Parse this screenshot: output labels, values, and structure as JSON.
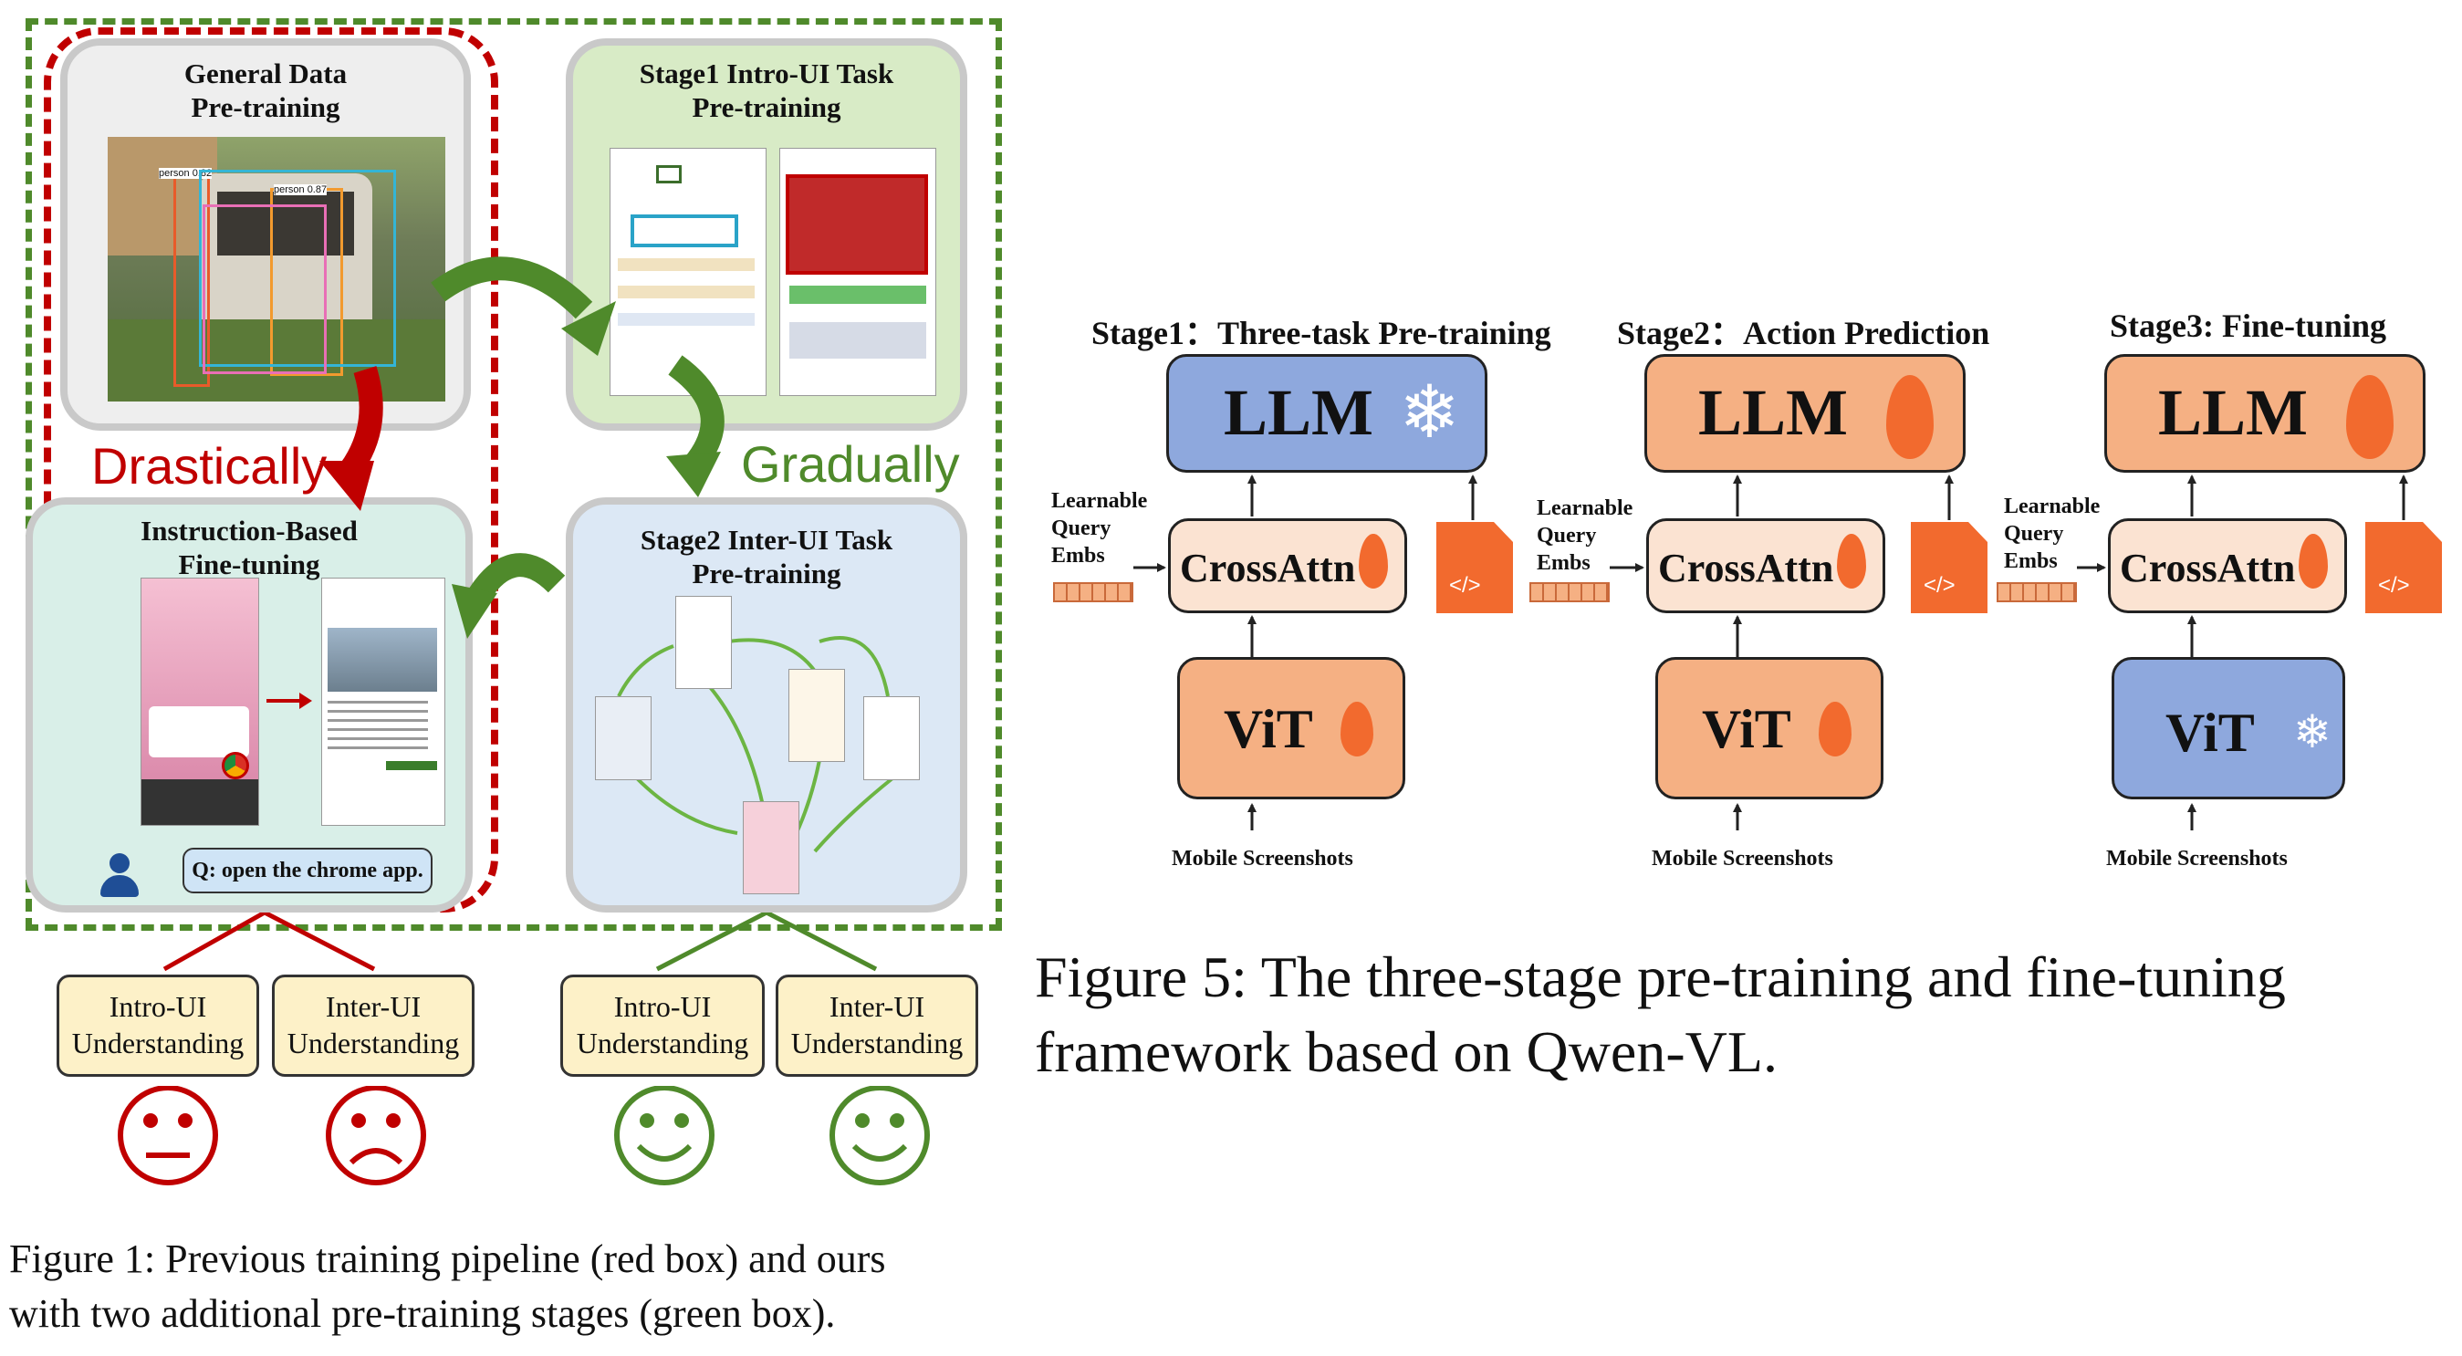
{
  "fig1": {
    "panels": {
      "general": "General Data\nPre-training",
      "stage1": "Stage1 Intro-UI Task\nPre-training",
      "instruction": "Instruction-Based\nFine-tuning",
      "stage2": "Stage2 Inter-UI Task\nPre-training"
    },
    "drastically": "Drastically",
    "gradually": "Gradually",
    "query": "Q: open the chrome app.",
    "understanding": [
      {
        "text": "Intro-UI\nUnderstanding"
      },
      {
        "text": "Inter-UI\nUnderstanding"
      },
      {
        "text": "Intro-UI\nUnderstanding"
      },
      {
        "text": "Inter-UI\nUnderstanding"
      }
    ],
    "detections": [
      "person 0.82",
      "person 0.87"
    ],
    "faces": [
      "neutral",
      "sad",
      "happy",
      "happy"
    ],
    "caption": "Figure 1: Previous training pipeline (red box) and ours\nwith two additional pre-training stages (green box).",
    "colors": {
      "red": "#c00000",
      "green": "#4f8a2b"
    }
  },
  "fig5": {
    "stages": [
      {
        "title": "Stage1：Three-task Pre-training",
        "llm": "LLM",
        "cross": "CrossAttn",
        "vit": "ViT",
        "llm_state": "frozen",
        "vit_state": "trainable",
        "query": "Learnable\nQuery\nEmbs",
        "input": "Mobile Screenshots"
      },
      {
        "title": "Stage2：Action Prediction",
        "llm": "LLM",
        "cross": "CrossAttn",
        "vit": "ViT",
        "llm_state": "trainable",
        "vit_state": "trainable",
        "query": "Learnable\nQuery\nEmbs",
        "input": "Mobile Screenshots"
      },
      {
        "title": "Stage3: Fine-tuning",
        "llm": "LLM",
        "cross": "CrossAttn",
        "vit": "ViT",
        "llm_state": "trainable",
        "vit_state": "frozen",
        "query": "Learnable\nQuery\nEmbs",
        "input": "Mobile Screenshots"
      }
    ],
    "code_icon": "</>",
    "caption": "Figure 5: The three-stage pre-training and fine-tuning\nframework based on Qwen-VL.",
    "colors": {
      "trainable": "#f5b083",
      "frozen": "#8ea8dd",
      "cross": "#fbe3d2",
      "doc": "#f26a2e"
    }
  }
}
